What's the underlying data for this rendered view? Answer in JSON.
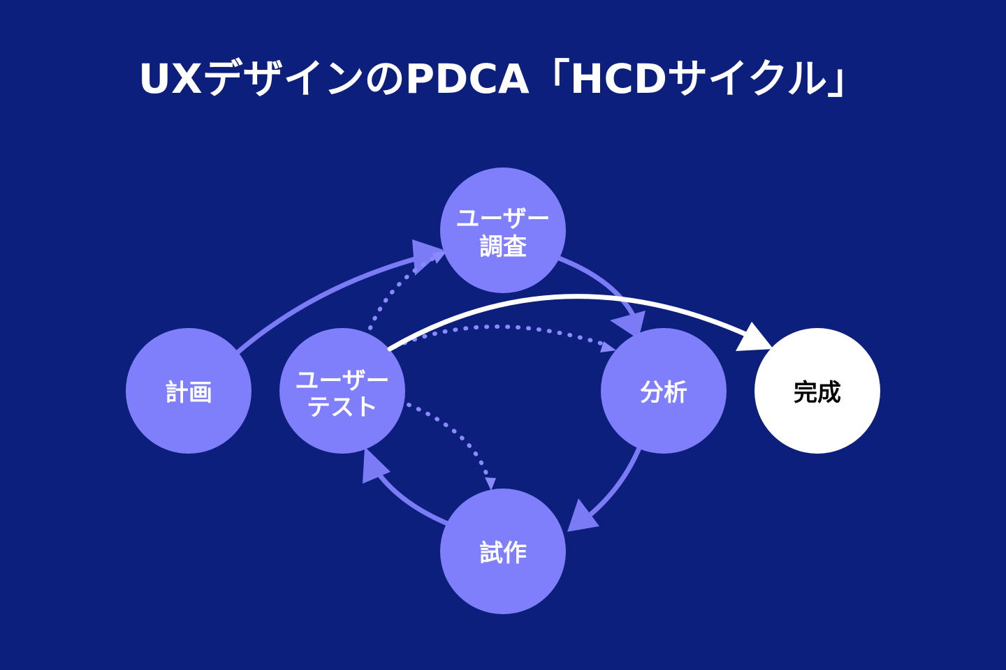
{
  "title": "UXデザインのPDCA「HCDサイクル」",
  "colors": {
    "background": "#0c1f7c",
    "node": "#7f7ffb",
    "arrow": "#7b7bf5",
    "dotted": "#8a8aff",
    "final_node": "#ffffff",
    "final_arrow": "#ffffff"
  },
  "nodes": {
    "plan": {
      "label": "計画"
    },
    "research": {
      "line1": "ユーザー",
      "line2": "調査"
    },
    "analysis": {
      "label": "分析"
    },
    "prototype": {
      "label": "試作"
    },
    "test": {
      "line1": "ユーザー",
      "line2": "テスト"
    },
    "complete": {
      "label": "完成"
    }
  }
}
